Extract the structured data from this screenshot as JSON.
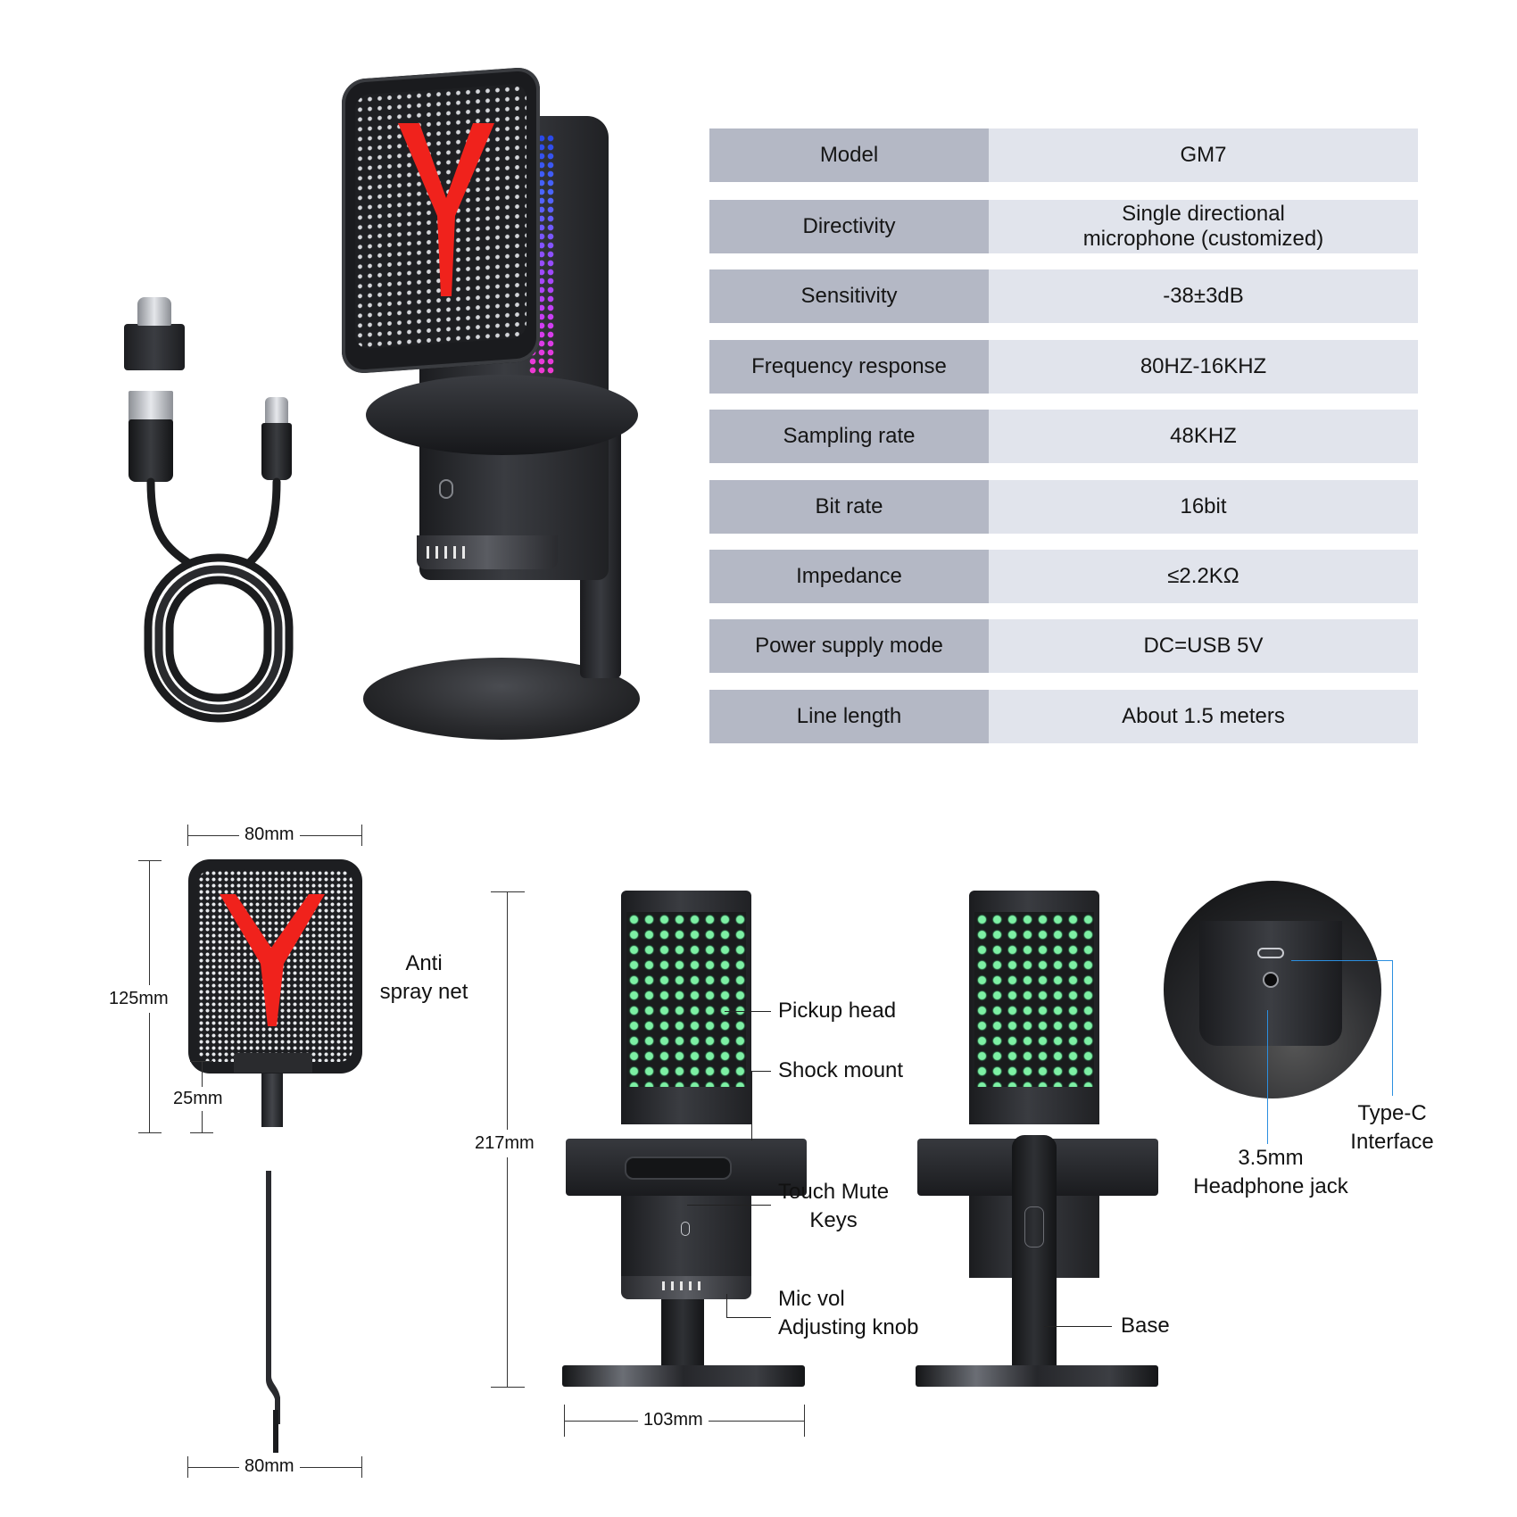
{
  "specs": {
    "rows": [
      {
        "label": "Model",
        "value": "GM7"
      },
      {
        "label": "Directivity",
        "value_line1": "Single directional",
        "value_line2": "microphone (customized)"
      },
      {
        "label": "Sensitivity",
        "value": "-38±3dB"
      },
      {
        "label": "Frequency response",
        "value": "80HZ-16KHZ"
      },
      {
        "label": "Sampling rate",
        "value": "48KHZ"
      },
      {
        "label": "Bit rate",
        "value": "16bit"
      },
      {
        "label": "Impedance",
        "value": "≤2.2KΩ"
      },
      {
        "label": "Power supply mode",
        "value": "DC=USB 5V"
      },
      {
        "label": "Line length",
        "value": "About 1.5 meters"
      }
    ]
  },
  "anti_spray_net": {
    "label_line1": "Anti",
    "label_line2": "spray net",
    "width": "80mm",
    "height": "125mm",
    "stem": "25mm",
    "side_width": "80mm"
  },
  "front_view": {
    "height": "217mm",
    "base_width": "103mm",
    "callouts": {
      "pickup_head": "Pickup head",
      "shock_mount": "Shock mount",
      "touch_mute_line1": "Touch Mute",
      "touch_mute_line2": "Keys",
      "mic_vol_line1": "Mic vol",
      "mic_vol_line2": "Adjusting knob"
    }
  },
  "back_view": {
    "base": "Base"
  },
  "detail_view": {
    "headphone_line1": "3.5mm",
    "headphone_line2": "Headphone jack",
    "typec_line1": "Type-C",
    "typec_line2": "Interface"
  },
  "colors": {
    "label_bg": "#b4b8c5",
    "value_bg": "#e1e4ec",
    "rgb_red": "#f0221c",
    "rgb_green": "#7df0a4",
    "callout_blue": "#2b8fe0"
  }
}
